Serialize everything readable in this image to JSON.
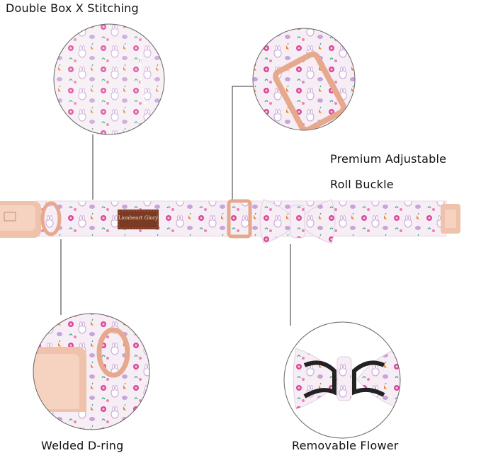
{
  "labels": {
    "stitching": "Double Box X Stitching",
    "buckle_line1": "Premium Adjustable",
    "buckle_line2": "Roll Buckle",
    "dring": "Welded D-ring",
    "flower": "Removable Flower"
  },
  "brand_tag": "Lionheart Glory",
  "colors": {
    "background": "#ffffff",
    "collar_base": "#f6eef4",
    "pattern_pink": "#d9479a",
    "pattern_lavender": "#c7a5d8",
    "pattern_green": "#3aa58c",
    "pattern_orange": "#e8843a",
    "hardware_rose_gold": "#e8b49a",
    "brand_tag_brown": "#7a3a24",
    "callout_line": "#333333"
  }
}
